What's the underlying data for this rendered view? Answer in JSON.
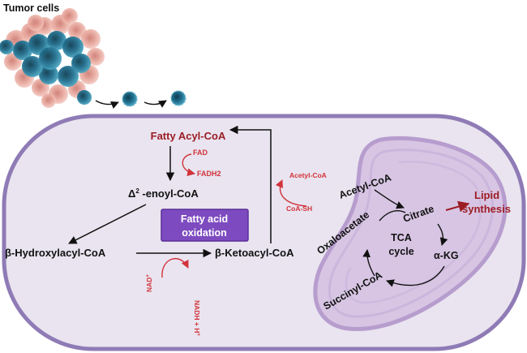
{
  "header": {
    "title": "Tumor cells"
  },
  "pathway": {
    "fatty_acyl_coa": "Fatty Acyl-CoA",
    "fad": "FAD",
    "fadh2": "FADH2",
    "enoyl_prefix": "Δ",
    "enoyl_sup": "2",
    "enoyl_rest": " -enoyl-CoA",
    "process_box": [
      "Fatty acid",
      "oxidation"
    ],
    "hydroxyacyl": "β-Hydroxylacyl-CoA",
    "ketoacyl": "β-Ketoacyl-CoA",
    "nad": "NAD",
    "nad_sup": "+",
    "nadh": "NADH + H",
    "nadh_sup": "+",
    "acetyl_coa_small": "Acetyl-CoA",
    "coa_sh": "CoA-SH"
  },
  "tca": {
    "acetyl_coa": "Acetyl-CoA",
    "citrate": "Citrate",
    "oxaloacetate": "Oxaloacetate",
    "cycle_label": [
      "TCA",
      "cycle"
    ],
    "akg": "α-KG",
    "succinyl": "Succinyl-CoA"
  },
  "output": {
    "label": [
      "Lipid",
      "synthesis"
    ]
  },
  "colors": {
    "dark_red": "#9c1c24",
    "red": "#d2323a",
    "box_purple": "#7d4bbf",
    "cell_fill": "#e9e4ef",
    "cell_stroke": "#8f7bb5",
    "mito_fill": "#d7c5e3",
    "mito_stroke": "#b79dce",
    "tumor_teal": "#1f6d8c",
    "tumor_pink": "#e8a59a"
  }
}
